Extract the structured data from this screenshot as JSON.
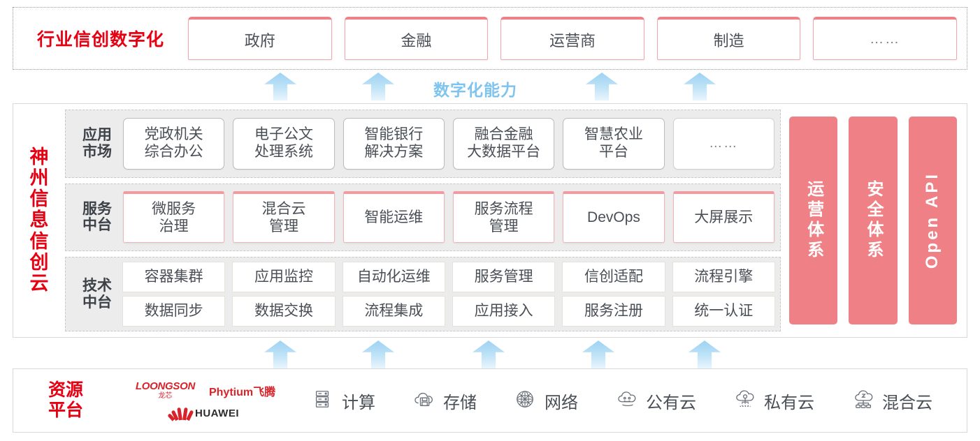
{
  "industry": {
    "title": "行业信创数字化",
    "tabs": [
      {
        "label": "政府"
      },
      {
        "label": "金融"
      },
      {
        "label": "运营商"
      },
      {
        "label": "制造"
      },
      {
        "label": "……"
      }
    ]
  },
  "capability": {
    "label": "数字化能力",
    "arrow_count_top": 4,
    "arrow_count_bottom": 5
  },
  "cloud": {
    "title": "神州信息信创云",
    "title_chars": [
      "神",
      "州",
      "信",
      "息",
      "信",
      "创",
      "云"
    ],
    "rows": [
      {
        "label": "应用\n市场",
        "label_lines": [
          "应用",
          "市场"
        ],
        "style": "app",
        "cards": [
          {
            "lines": [
              "党政机关",
              "综合办公"
            ]
          },
          {
            "lines": [
              "电子公文",
              "处理系统"
            ]
          },
          {
            "lines": [
              "智能银行",
              "解决方案"
            ]
          },
          {
            "lines": [
              "融合金融",
              "大数据平台"
            ]
          },
          {
            "lines": [
              "智慧农业",
              "平台"
            ]
          },
          {
            "lines": [
              "……"
            ],
            "dots": true
          }
        ]
      },
      {
        "label_lines": [
          "服务",
          "中台"
        ],
        "style": "svc",
        "cards": [
          {
            "lines": [
              "微服务",
              "治理"
            ]
          },
          {
            "lines": [
              "混合云",
              "管理"
            ]
          },
          {
            "lines": [
              "智能运维"
            ]
          },
          {
            "lines": [
              "服务流程",
              "管理"
            ]
          },
          {
            "lines": [
              "DevOps"
            ]
          },
          {
            "lines": [
              "大屏展示"
            ]
          }
        ]
      },
      {
        "label_lines": [
          "技术",
          "中台"
        ],
        "style": "tech",
        "card_rows": [
          [
            {
              "lines": [
                "容器集群"
              ]
            },
            {
              "lines": [
                "应用监控"
              ]
            },
            {
              "lines": [
                "自动化运维"
              ]
            },
            {
              "lines": [
                "服务管理"
              ]
            },
            {
              "lines": [
                "信创适配"
              ]
            },
            {
              "lines": [
                "流程引擎"
              ]
            }
          ],
          [
            {
              "lines": [
                "数据同步"
              ]
            },
            {
              "lines": [
                "数据交换"
              ]
            },
            {
              "lines": [
                "流程集成"
              ]
            },
            {
              "lines": [
                "应用接入"
              ]
            },
            {
              "lines": [
                "服务注册"
              ]
            },
            {
              "lines": [
                "统一认证"
              ]
            }
          ]
        ]
      }
    ],
    "pillars": [
      {
        "label": "运营体系",
        "latin": false
      },
      {
        "label": "安全体系",
        "latin": false
      },
      {
        "label": "Open API",
        "latin": true
      }
    ]
  },
  "resource": {
    "title_lines": [
      "资源",
      "平台"
    ],
    "logos": [
      {
        "name": "LOONGSON",
        "sub": "龙芯"
      },
      {
        "name": "Phytium飞腾"
      },
      {
        "name": "HUAWEI"
      }
    ],
    "items": [
      {
        "label": "计算",
        "icon": "server-rack-icon"
      },
      {
        "label": "存储",
        "icon": "cloud-storage-icon"
      },
      {
        "label": "网络",
        "icon": "network-mesh-icon"
      },
      {
        "label": "公有云",
        "icon": "public-cloud-icon"
      },
      {
        "label": "私有云",
        "icon": "private-cloud-icon"
      },
      {
        "label": "混合云",
        "icon": "hybrid-cloud-icon"
      }
    ]
  },
  "colors": {
    "brand_red": "#e60012",
    "pink_panel": "#ef8085",
    "pink_border": "#f0a7ad",
    "arrow_blue": "#9ed2f2",
    "capability_blue": "#7fc4ee",
    "band_gray": "#ececec"
  }
}
